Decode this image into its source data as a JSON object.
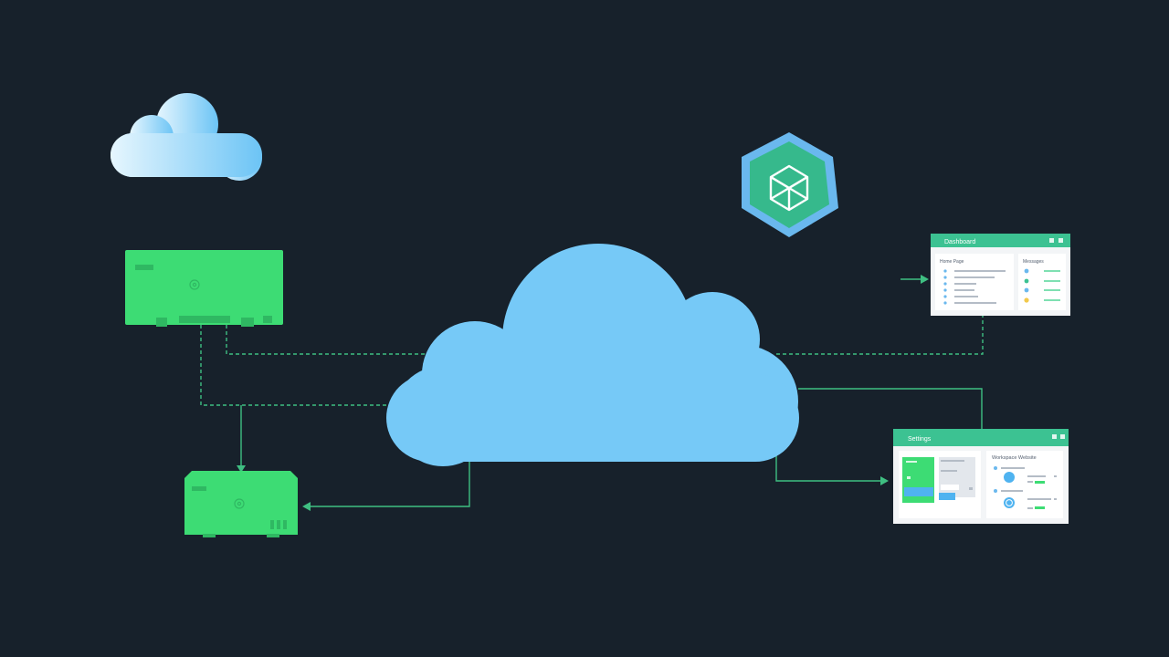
{
  "colors": {
    "background": "#17212b",
    "cloud": "#76c9f7",
    "cloud_light": "#cbeafd",
    "server": "#3ddc74",
    "server_dark": "#2fb862",
    "connector": "#3fbf82",
    "badge_outer": "#6ab8ee",
    "badge_inner": "#36b98c",
    "panel_header": "#3cc292",
    "panel_body": "#f3f5f7"
  },
  "icons": {
    "badge": "cube-icon",
    "server_mark": "gear-icon"
  },
  "panels": {
    "top": {
      "title": "Dashboard",
      "left_heading": "Home Page",
      "right_heading": "Messages"
    },
    "bottom": {
      "title": "Settings",
      "right_heading": "Workspace Website"
    }
  }
}
